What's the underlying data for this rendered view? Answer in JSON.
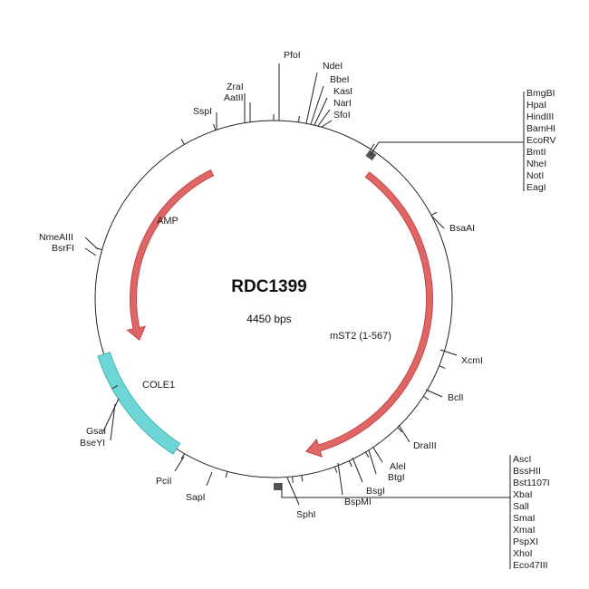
{
  "plasmid": {
    "name": "RDC1399",
    "size_label": "4450 bps",
    "backbone_color": "#222222"
  },
  "features": [
    {
      "id": "amp",
      "label": "AMP",
      "type": "arrow",
      "color": "#e06666",
      "border": "#c04848",
      "start_deg": 334,
      "end_deg": 253,
      "direction": "ccw"
    },
    {
      "id": "mst2",
      "label": "mST2 (1-567)",
      "type": "arrow",
      "color": "#e06666",
      "border": "#c04848",
      "start_deg": 37,
      "end_deg": 168,
      "direction": "cw"
    },
    {
      "id": "cole1",
      "label": "COLE1",
      "type": "box",
      "color": "#6fd6d6",
      "border": "#3fb6b6",
      "start_deg": 213,
      "end_deg": 252
    }
  ],
  "sites": [
    {
      "id": "pfoi",
      "labels": [
        "PfoI"
      ],
      "angle": 0
    },
    {
      "id": "ndei-group",
      "labels": [
        "NdeI",
        "BbeI",
        "KasI",
        "NarI",
        "SfoI"
      ],
      "angle": 8
    },
    {
      "id": "bmgbi-group",
      "labels": [
        "BmgBI",
        "HpaI",
        "HindIII",
        "BamHI",
        "EcoRV",
        "BmtI",
        "NheI",
        "NotI",
        "EagI"
      ],
      "angle": 33
    },
    {
      "id": "bsaai",
      "labels": [
        "BsaAI"
      ],
      "angle": 62
    },
    {
      "id": "xcmi",
      "labels": [
        "XcmI"
      ],
      "angle": 112
    },
    {
      "id": "bcli",
      "labels": [
        "BclI"
      ],
      "angle": 123
    },
    {
      "id": "draiii",
      "labels": [
        "DraIII"
      ],
      "angle": 136
    },
    {
      "id": "alei",
      "labels": [
        "AleI",
        "BtgI"
      ],
      "angle": 149
    },
    {
      "id": "bsgi",
      "labels": [
        "BsgI"
      ],
      "angle": 155
    },
    {
      "id": "bspmi",
      "labels": [
        "BspMI"
      ],
      "angle": 160
    },
    {
      "id": "asci-group",
      "labels": [
        "AscI",
        "BssHII",
        "Bst1107I",
        "XbaI",
        "SalI",
        "SmaI",
        "XmaI",
        "PspXI",
        "XhoI",
        "Eco47III"
      ],
      "angle": 171
    },
    {
      "id": "sphi",
      "labels": [
        "SphI"
      ],
      "angle": 174
    },
    {
      "id": "sapi",
      "labels": [
        "SapI"
      ],
      "angle": 195
    },
    {
      "id": "pcii",
      "labels": [
        "PciI"
      ],
      "angle": 210
    },
    {
      "id": "gsai",
      "labels": [
        "GsaI",
        "BseYI"
      ],
      "angle": 241
    },
    {
      "id": "nmeaiii",
      "labels": [
        "NmeAIII",
        "BsrFI"
      ],
      "angle": 286
    },
    {
      "id": "sspi",
      "labels": [
        "SspI"
      ],
      "angle": 330
    },
    {
      "id": "zrai",
      "labels": [
        "ZraI",
        "AatII"
      ],
      "angle": 341
    }
  ]
}
